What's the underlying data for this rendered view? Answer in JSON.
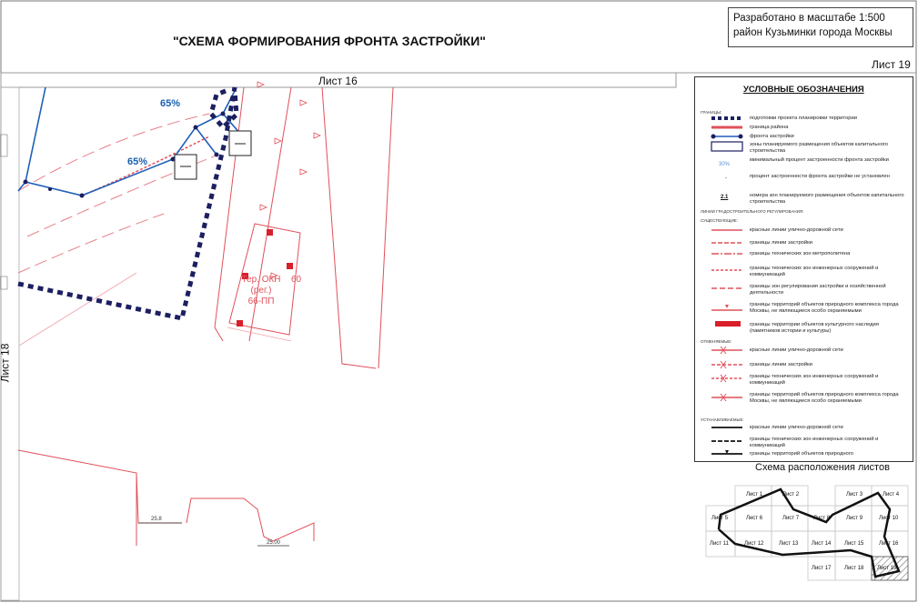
{
  "title": "\"СХЕМА ФОРМИРОВАНИЯ ФРОНТА ЗАСТРОЙКИ\"",
  "stamp": {
    "line1": "Разработано в масштабе 1:500",
    "line2": "район Кузьминки города Москвы"
  },
  "sheet_number": "Лист 19",
  "neighbors": {
    "top": "Лист 16",
    "left": "Лист 18"
  },
  "map_labels": {
    "pct_top": "65%",
    "pct_mid": "65%",
    "zone_label_line1": "Тер. ОКН",
    "zone_label_line2": "(рег.)",
    "zone_label_line3": "66-ПП",
    "zone_number": "60",
    "dim_a": "25.8",
    "dim_b": "25.00"
  },
  "legend": {
    "title": "УСЛОВНЫЕ ОБОЗНАЧЕНИЯ",
    "header_small": "ГРАНИЦЫ:",
    "items": [
      {
        "text": "подготовки проекта планировки территории"
      },
      {
        "text": "граница района"
      },
      {
        "text": "фронта застройки"
      },
      {
        "text": "зоны планируемого размещения объектов капитального строительства"
      },
      {
        "text": "минимальный процент застроенности фронта застройки",
        "sample": "30%"
      },
      {
        "text": "процент застроенности фронта застройки не установлен",
        "sample": "-"
      },
      {
        "text": "номера зон планируемого размещения объектов капитального строительства",
        "sample": "2.1"
      }
    ],
    "section_regulation": "ЛИНИИ ГРАДОСТРОИТЕЛЬНОГО РЕГУЛИРОВАНИЯ:",
    "section_existing": "СУЩЕСТВУЮЩИЕ:",
    "existing_items": [
      {
        "text": "красные линии улично-дорожной сети"
      },
      {
        "text": "границы линии застройки"
      },
      {
        "text": "границы технических зон метрополитена"
      },
      {
        "text": "границы технических зон инженерных сооружений и коммуникаций"
      },
      {
        "text": "границы зон регулирования застройки и хозяйственной деятельности"
      },
      {
        "text": "границы территорий объектов природного комплекса города Москвы, не являющиеся особо охраняемыми"
      },
      {
        "text": "границы территории объектов культурного наследия (памятников истории и культуры)"
      }
    ],
    "section_cancelled": "ОТМЕНЯЕМЫЕ:",
    "cancelled_items": [
      {
        "text": "красные линии улично-дорожной сети"
      },
      {
        "text": "границы линии застройки"
      },
      {
        "text": "границы технических зон инженерных сооружений и коммуникаций"
      },
      {
        "text": "границы территорий объектов природного комплекса города Москвы, не являющиеся особо охраняемыми"
      }
    ],
    "section_established": "УСТАНАВЛИВАЕМЫЕ:",
    "established_items": [
      {
        "text": "красные линии улично-дорожной сети"
      },
      {
        "text": "границы технических зон инженерных сооружений и коммуникаций"
      },
      {
        "text": "границы территорий объектов природного"
      }
    ]
  },
  "sheet_map": {
    "title": "Схема расположения листов",
    "cells": [
      "Лист 1",
      "Лист 2",
      "Лист 3",
      "Лист 4",
      "Лист 5",
      "Лист 6",
      "Лист 7",
      "Лист 8",
      "Лист 9",
      "Лист 10",
      "Лист 11",
      "Лист 12",
      "Лист 13",
      "Лист 14",
      "Лист 15",
      "Лист 16",
      "Лист 17",
      "Лист 18",
      "Лист 19"
    ]
  },
  "colors": {
    "red_line": "#e0505a",
    "blue_line": "#1f5fb8",
    "navy": "#1c2060",
    "red_fill": "#d81f2a"
  }
}
